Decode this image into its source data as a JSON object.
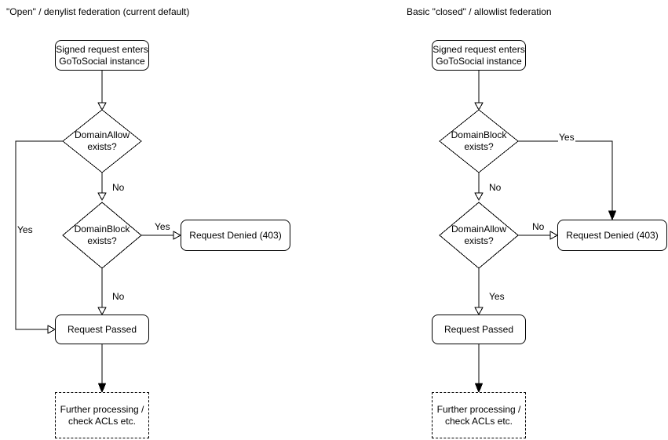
{
  "colors": {
    "line": "#000000",
    "node_fill": "#ffffff",
    "background": "#ffffff",
    "text": "#000000"
  },
  "panels": {
    "left": {
      "title": "\"Open\" / denylist federation (current default)",
      "start": "Signed request enters\nGoToSocial instance",
      "decision_top": "DomainAllow\nexists?",
      "decision_bottom": "DomainBlock\nexists?",
      "denied": "Request Denied (403)",
      "passed": "Request Passed",
      "further": "Further processing /\ncheck ACLs etc.",
      "labels": {
        "top_yes": "Yes",
        "top_no": "No",
        "bottom_yes": "Yes",
        "bottom_no": "No"
      }
    },
    "right": {
      "title": "Basic \"closed\" / allowlist federation",
      "start": "Signed request enters\nGoToSocial instance",
      "decision_top": "DomainBlock\nexists?",
      "decision_bottom": "DomainAllow\nexists?",
      "denied": "Request Denied (403)",
      "passed": "Request Passed",
      "further": "Further processing /\ncheck ACLs etc.",
      "labels": {
        "top_yes": "Yes",
        "top_no": "No",
        "bottom_no": "No",
        "bottom_yes": "Yes"
      }
    }
  }
}
